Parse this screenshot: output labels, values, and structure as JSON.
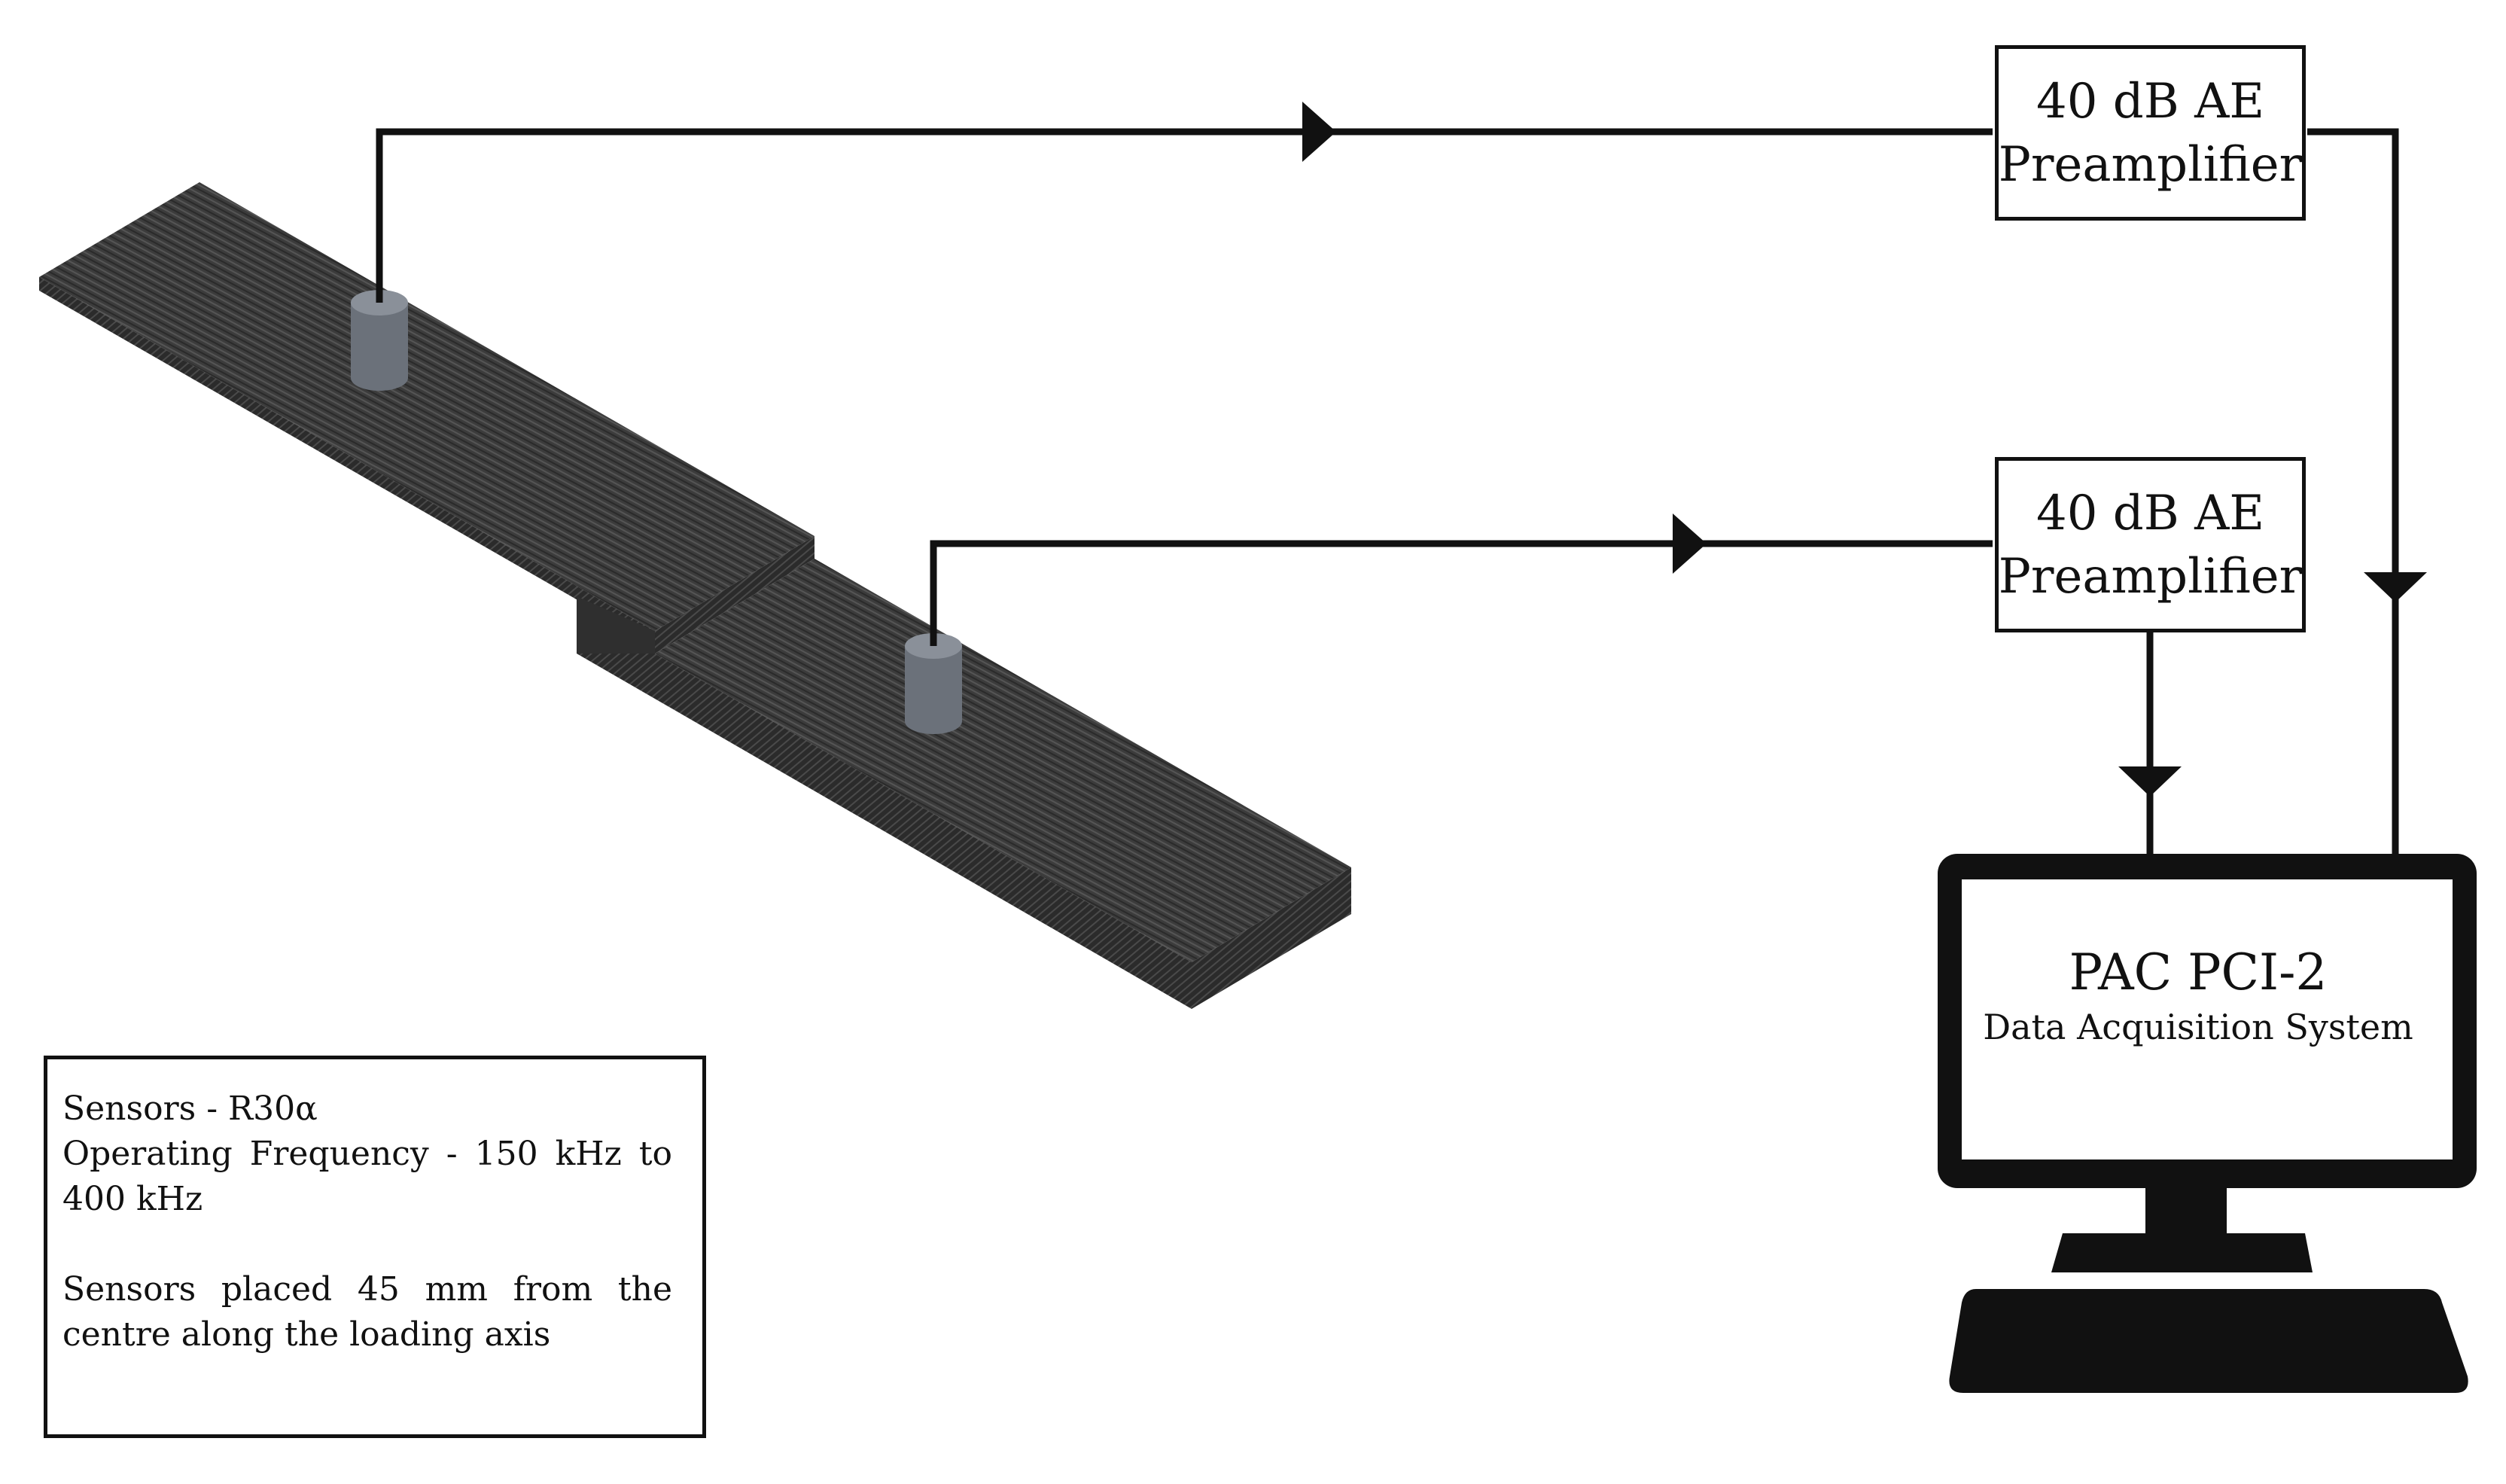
{
  "preamplifiers": [
    {
      "line1": "40 dB AE",
      "line2": "Preamplifier"
    },
    {
      "line1": "40 dB AE",
      "line2": "Preamplifier"
    }
  ],
  "daq": {
    "title": "PAC PCI-2",
    "subtitle": "Data Acquisition System"
  },
  "info": {
    "sensors": "Sensors - R30α",
    "frequency": "Operating Frequency - 150 kHz to 400 kHz",
    "placement": "Sensors placed 45 mm from the centre along the loading axis"
  },
  "colors": {
    "line": "#111111",
    "laminate": "#3a3a3a",
    "laminate_side": "#2a2a2a",
    "sensor": "#6b717a",
    "sensor_top": "#8a9099"
  }
}
